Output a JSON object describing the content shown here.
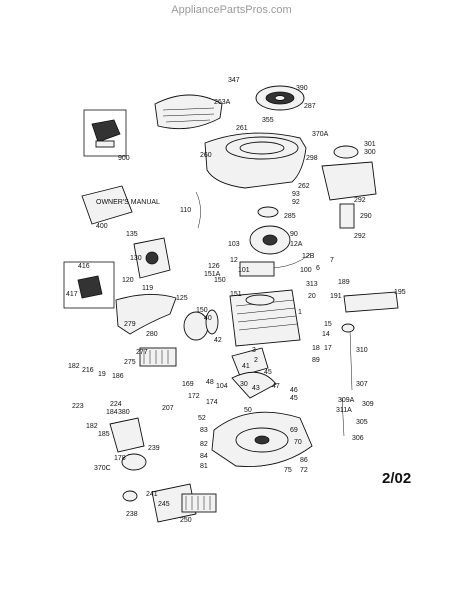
{
  "watermark": "AppliancePartsPros.com",
  "date_code": "2/02",
  "manual_label": "OWNER'S MANUAL",
  "parts": [
    {
      "id": "p347",
      "label": "347"
    },
    {
      "id": "p263A",
      "label": "263A"
    },
    {
      "id": "p390",
      "label": "390"
    },
    {
      "id": "p287",
      "label": "287"
    },
    {
      "id": "p355",
      "label": "355"
    },
    {
      "id": "p261",
      "label": "261"
    },
    {
      "id": "p370A",
      "label": "370A"
    },
    {
      "id": "p301",
      "label": "301"
    },
    {
      "id": "p300",
      "label": "300"
    },
    {
      "id": "p900",
      "label": "900"
    },
    {
      "id": "p260",
      "label": "260"
    },
    {
      "id": "p298",
      "label": "298"
    },
    {
      "id": "p262",
      "label": "262"
    },
    {
      "id": "p93",
      "label": "93"
    },
    {
      "id": "p92",
      "label": "92"
    },
    {
      "id": "p285",
      "label": "285"
    },
    {
      "id": "p292a",
      "label": "292"
    },
    {
      "id": "p290",
      "label": "290"
    },
    {
      "id": "p292b",
      "label": "292"
    },
    {
      "id": "p400",
      "label": "400"
    },
    {
      "id": "p110",
      "label": "110"
    },
    {
      "id": "p90",
      "label": "90"
    },
    {
      "id": "p135",
      "label": "135"
    },
    {
      "id": "p103",
      "label": "103"
    },
    {
      "id": "p12A",
      "label": "12A"
    },
    {
      "id": "p130",
      "label": "130"
    },
    {
      "id": "p12",
      "label": "12"
    },
    {
      "id": "p12B",
      "label": "12B"
    },
    {
      "id": "p7",
      "label": "7"
    },
    {
      "id": "p416",
      "label": "416"
    },
    {
      "id": "p126",
      "label": "126"
    },
    {
      "id": "p151A",
      "label": "151A"
    },
    {
      "id": "p101",
      "label": "101"
    },
    {
      "id": "p150a",
      "label": "150"
    },
    {
      "id": "p100",
      "label": "100"
    },
    {
      "id": "p6",
      "label": "6"
    },
    {
      "id": "p120",
      "label": "120"
    },
    {
      "id": "p313",
      "label": "313"
    },
    {
      "id": "p189",
      "label": "189"
    },
    {
      "id": "p119",
      "label": "119"
    },
    {
      "id": "p20",
      "label": "20"
    },
    {
      "id": "p417",
      "label": "417"
    },
    {
      "id": "p125",
      "label": "125"
    },
    {
      "id": "p151",
      "label": "151"
    },
    {
      "id": "p191",
      "label": "191"
    },
    {
      "id": "p195",
      "label": "195"
    },
    {
      "id": "p279",
      "label": "279"
    },
    {
      "id": "p150b",
      "label": "150"
    },
    {
      "id": "p40",
      "label": "40"
    },
    {
      "id": "p280",
      "label": "280"
    },
    {
      "id": "p1",
      "label": "1"
    },
    {
      "id": "p15",
      "label": "15"
    },
    {
      "id": "p14",
      "label": "14"
    },
    {
      "id": "p42",
      "label": "42"
    },
    {
      "id": "p277",
      "label": "277"
    },
    {
      "id": "p18",
      "label": "18"
    },
    {
      "id": "p17",
      "label": "17"
    },
    {
      "id": "p310",
      "label": "310"
    },
    {
      "id": "p275",
      "label": "275"
    },
    {
      "id": "p3",
      "label": "3"
    },
    {
      "id": "p2",
      "label": "2"
    },
    {
      "id": "p89",
      "label": "89"
    },
    {
      "id": "p182a",
      "label": "182"
    },
    {
      "id": "p216",
      "label": "216"
    },
    {
      "id": "p19",
      "label": "19"
    },
    {
      "id": "p41",
      "label": "41"
    },
    {
      "id": "p45a",
      "label": "45"
    },
    {
      "id": "p186",
      "label": "186"
    },
    {
      "id": "p43",
      "label": "43"
    },
    {
      "id": "p169",
      "label": "169"
    },
    {
      "id": "p48",
      "label": "48"
    },
    {
      "id": "p104",
      "label": "104"
    },
    {
      "id": "p30",
      "label": "30"
    },
    {
      "id": "p172",
      "label": "172"
    },
    {
      "id": "p174",
      "label": "174"
    },
    {
      "id": "p47",
      "label": "47"
    },
    {
      "id": "p46",
      "label": "46"
    },
    {
      "id": "p45b",
      "label": "45"
    },
    {
      "id": "p307",
      "label": "307"
    },
    {
      "id": "p223",
      "label": "223"
    },
    {
      "id": "p224",
      "label": "224"
    },
    {
      "id": "p207",
      "label": "207"
    },
    {
      "id": "p309A",
      "label": "309A"
    },
    {
      "id": "p311A",
      "label": "311A"
    },
    {
      "id": "p309",
      "label": "309"
    },
    {
      "id": "p184",
      "label": "184"
    },
    {
      "id": "p380",
      "label": "380"
    },
    {
      "id": "p52",
      "label": "52"
    },
    {
      "id": "p50",
      "label": "50"
    },
    {
      "id": "p182b",
      "label": "182"
    },
    {
      "id": "p185",
      "label": "185"
    },
    {
      "id": "p83",
      "label": "83"
    },
    {
      "id": "p305",
      "label": "305"
    },
    {
      "id": "p69",
      "label": "69"
    },
    {
      "id": "p239",
      "label": "239"
    },
    {
      "id": "p82",
      "label": "82"
    },
    {
      "id": "p70",
      "label": "70"
    },
    {
      "id": "p306",
      "label": "306"
    },
    {
      "id": "p178",
      "label": "178"
    },
    {
      "id": "p84",
      "label": "84"
    },
    {
      "id": "p370C",
      "label": "370C"
    },
    {
      "id": "p81",
      "label": "81"
    },
    {
      "id": "p75",
      "label": "75"
    },
    {
      "id": "p86",
      "label": "86"
    },
    {
      "id": "p72",
      "label": "72"
    },
    {
      "id": "p241",
      "label": "241"
    },
    {
      "id": "p245",
      "label": "245"
    },
    {
      "id": "p250",
      "label": "250"
    },
    {
      "id": "p238",
      "label": "238"
    }
  ]
}
